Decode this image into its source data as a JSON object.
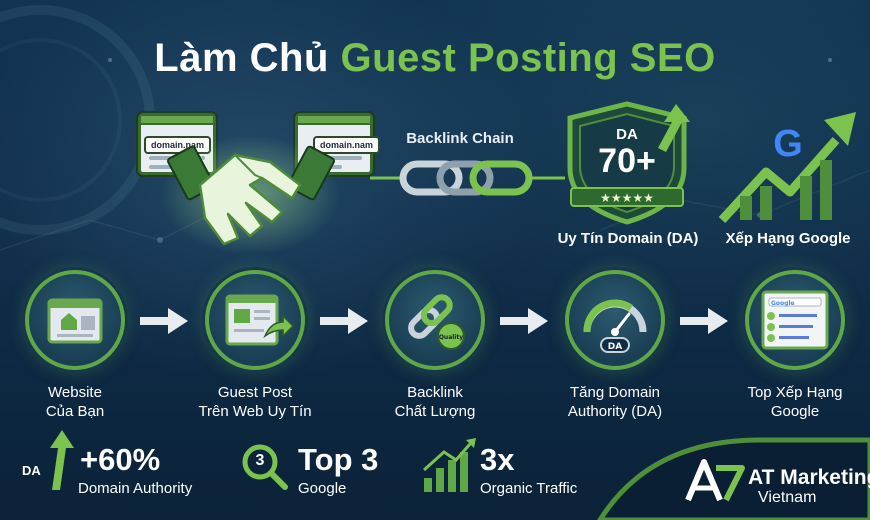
{
  "title": {
    "part1": "Làm Chủ",
    "part2": "Guest Posting SEO"
  },
  "top": {
    "domain_left": "domain.nam",
    "domain_right": "domain.nam",
    "chain_label": "Backlink Chain",
    "badge_da": "DA",
    "badge_value": "70+",
    "badge_caption": "Uy Tín Domain (DA)",
    "google_caption": "Xếp Hạng Google",
    "google_letter": "G"
  },
  "steps": [
    {
      "line1": "Website",
      "line2": "Của Bạn"
    },
    {
      "line1": "Guest Post",
      "line2": "Trên Web Uy Tín"
    },
    {
      "line1": "Backlink",
      "line2": "Chất Lượng"
    },
    {
      "line1": "Tăng Domain",
      "line2": "Authority (DA)"
    },
    {
      "line1": "Top Xếp Hạng",
      "line2": "Google"
    }
  ],
  "step_icons": {
    "quality_text": "Quality",
    "gauge_text": "DA",
    "search_text": "Google"
  },
  "stats": [
    {
      "icon_text": "DA",
      "big": "+60%",
      "small": "Domain Authority"
    },
    {
      "icon_text": "3",
      "big": "Top 3",
      "small": "Google"
    },
    {
      "big": "3x",
      "small": "Organic Traffic"
    }
  ],
  "brand": {
    "name": "AT Marketing",
    "sub": "Vietnam"
  },
  "colors": {
    "background": "#0f2c48",
    "accent_green": "#7bc24f",
    "text": "#ffffff"
  }
}
